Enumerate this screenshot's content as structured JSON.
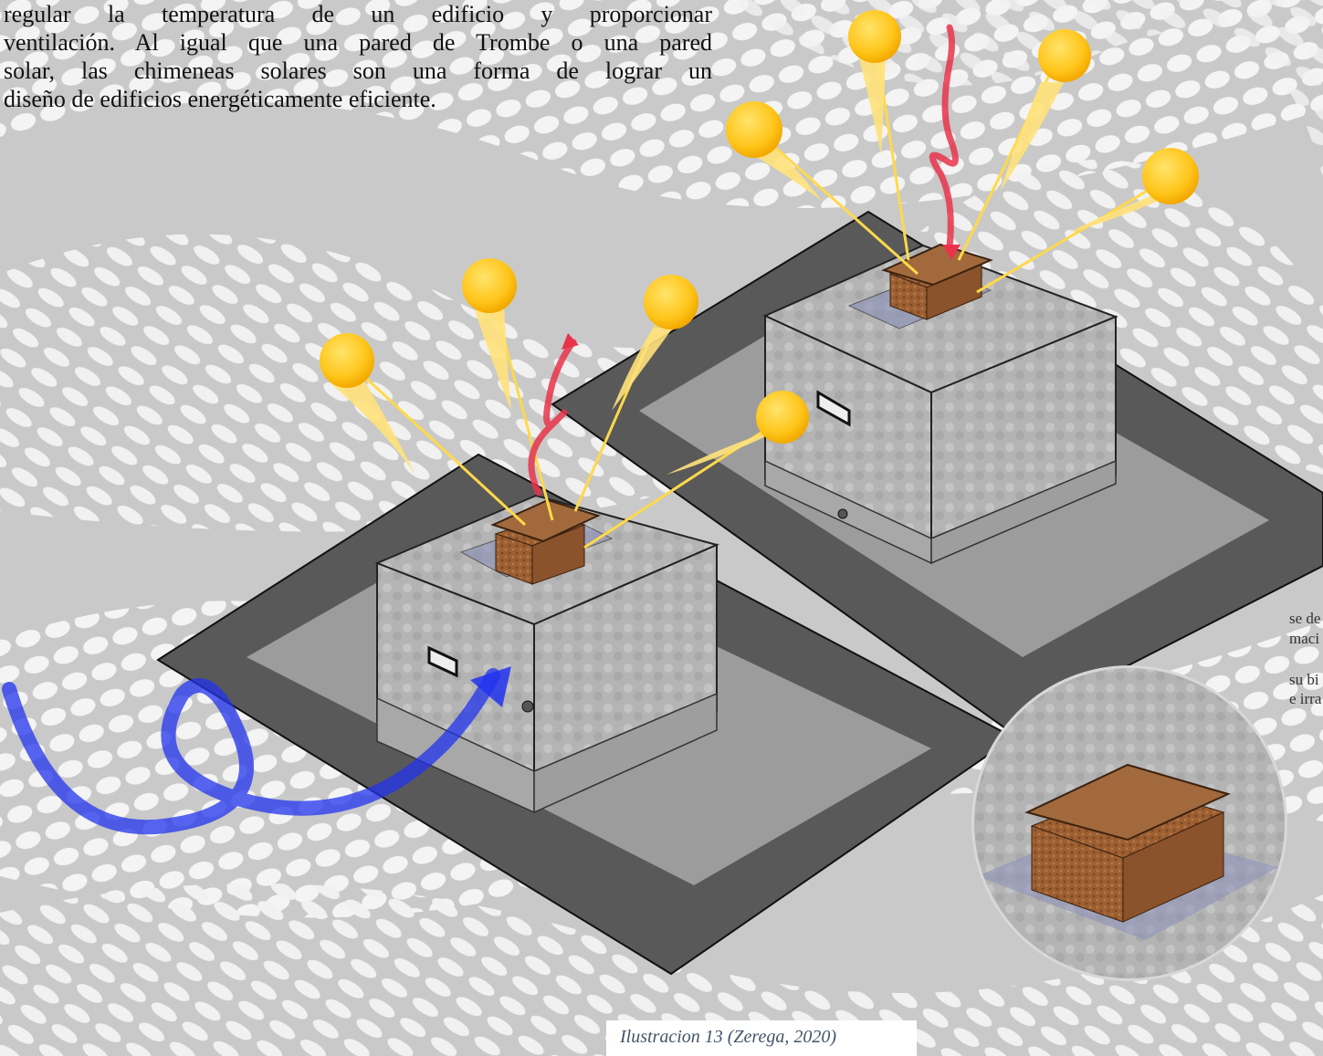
{
  "intro_lines": [
    "regular la temperatura de un edificio y proporcionar",
    "ventilación. Al igual que una pared de Trombe o una pared",
    "solar, las chimeneas solares son una forma de lograr un",
    "diseño de edificios energéticamente eficiente."
  ],
  "side_snippets": [
    "se de",
    "maci",
    "su bi",
    "e irra"
  ],
  "caption": "Ilustracion 13 (Zerega, 2020)",
  "colors": {
    "sun": "#ffc51a",
    "sun_trail": "#ffe27a",
    "hot_air_arrow": "#e8344a",
    "cool_air_arrow": "#2233ee",
    "chimney": "#a0663a",
    "block": "#b7b7b7",
    "ground": "#575757",
    "caption_text": "#44546a"
  },
  "icons": [
    "sun-icon",
    "hot-air-arrow-icon",
    "cool-air-arrow-icon",
    "chimney-icon"
  ]
}
